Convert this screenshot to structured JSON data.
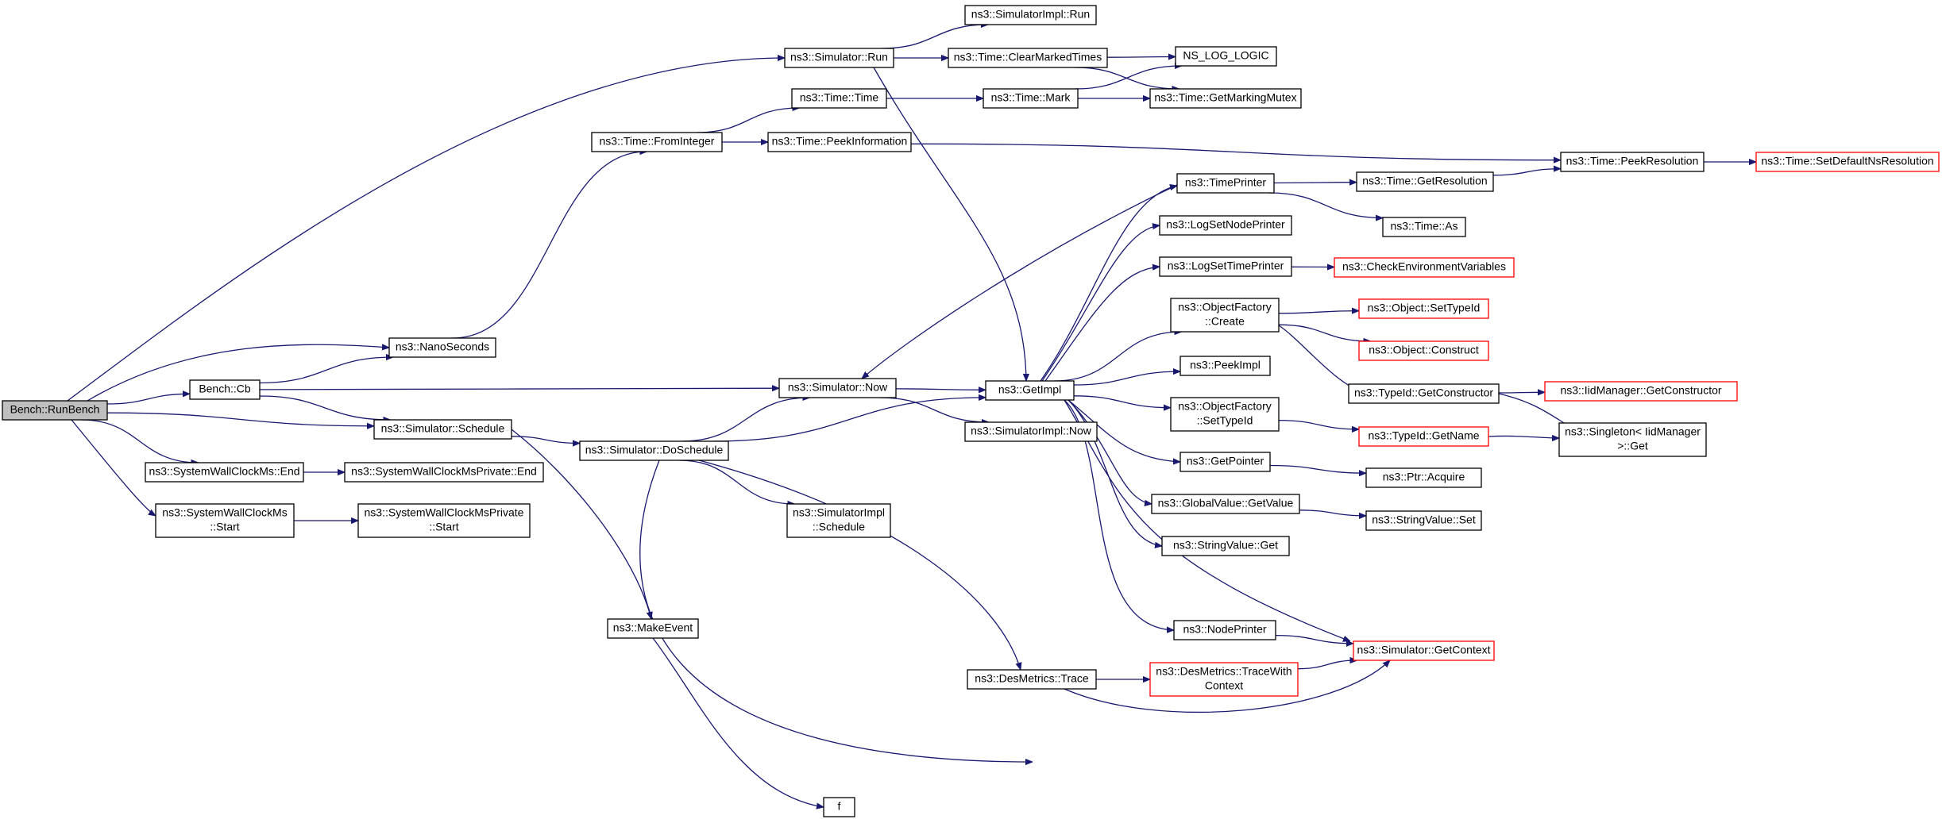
{
  "nodes": [
    {
      "id": "bench_runbench",
      "lines": [
        "Bench::RunBench"
      ],
      "kind": "root"
    },
    {
      "id": "bench_cb",
      "lines": [
        "Bench::Cb"
      ],
      "kind": "normal"
    },
    {
      "id": "nanoseconds",
      "lines": [
        "ns3::NanoSeconds"
      ],
      "kind": "normal"
    },
    {
      "id": "sim_schedule",
      "lines": [
        "ns3::Simulator::Schedule"
      ],
      "kind": "normal"
    },
    {
      "id": "swc_end",
      "lines": [
        "ns3::SystemWallClockMs::End"
      ],
      "kind": "normal"
    },
    {
      "id": "swc_start",
      "lines": [
        "ns3::SystemWallClockMs",
        "::Start"
      ],
      "kind": "normal"
    },
    {
      "id": "swcp_end",
      "lines": [
        "ns3::SystemWallClockMsPrivate::End"
      ],
      "kind": "normal"
    },
    {
      "id": "swcp_start",
      "lines": [
        "ns3::SystemWallClockMsPrivate",
        "::Start"
      ],
      "kind": "normal"
    },
    {
      "id": "time_fromint",
      "lines": [
        "ns3::Time::FromInteger"
      ],
      "kind": "normal"
    },
    {
      "id": "sim_run",
      "lines": [
        "ns3::Simulator::Run"
      ],
      "kind": "normal"
    },
    {
      "id": "time_time",
      "lines": [
        "ns3::Time::Time"
      ],
      "kind": "normal"
    },
    {
      "id": "time_peekinfo",
      "lines": [
        "ns3::Time::PeekInformation"
      ],
      "kind": "normal"
    },
    {
      "id": "sim_now",
      "lines": [
        "ns3::Simulator::Now"
      ],
      "kind": "normal"
    },
    {
      "id": "sim_dosched",
      "lines": [
        "ns3::Simulator::DoSchedule"
      ],
      "kind": "normal"
    },
    {
      "id": "makeevent",
      "lines": [
        "ns3::MakeEvent"
      ],
      "kind": "normal"
    },
    {
      "id": "f",
      "lines": [
        "f"
      ],
      "kind": "normal"
    },
    {
      "id": "simimpl_run",
      "lines": [
        "ns3::SimulatorImpl::Run"
      ],
      "kind": "normal"
    },
    {
      "id": "time_clearmarked",
      "lines": [
        "ns3::Time::ClearMarkedTimes"
      ],
      "kind": "normal"
    },
    {
      "id": "time_mark",
      "lines": [
        "ns3::Time::Mark"
      ],
      "kind": "normal"
    },
    {
      "id": "getimpl",
      "lines": [
        "ns3::GetImpl"
      ],
      "kind": "normal"
    },
    {
      "id": "simimpl_now",
      "lines": [
        "ns3::SimulatorImpl::Now"
      ],
      "kind": "normal"
    },
    {
      "id": "simimpl_schedule",
      "lines": [
        "ns3::SimulatorImpl",
        "::Schedule"
      ],
      "kind": "normal"
    },
    {
      "id": "desmetrics_trace",
      "lines": [
        "ns3::DesMetrics::Trace"
      ],
      "kind": "normal"
    },
    {
      "id": "ns_log_logic",
      "lines": [
        "NS_LOG_LOGIC"
      ],
      "kind": "normal"
    },
    {
      "id": "time_getmarkingmutex",
      "lines": [
        "ns3::Time::GetMarkingMutex"
      ],
      "kind": "normal"
    },
    {
      "id": "timeprinter",
      "lines": [
        "ns3::TimePrinter"
      ],
      "kind": "normal"
    },
    {
      "id": "logsetnodeprinter",
      "lines": [
        "ns3::LogSetNodePrinter"
      ],
      "kind": "normal"
    },
    {
      "id": "logsettimeprinter",
      "lines": [
        "ns3::LogSetTimePrinter"
      ],
      "kind": "normal"
    },
    {
      "id": "objfactory_create",
      "lines": [
        "ns3::ObjectFactory",
        "::Create"
      ],
      "kind": "normal"
    },
    {
      "id": "peekimpl",
      "lines": [
        "ns3::PeekImpl"
      ],
      "kind": "normal"
    },
    {
      "id": "objfactory_settypeid",
      "lines": [
        "ns3::ObjectFactory",
        "::SetTypeId"
      ],
      "kind": "normal"
    },
    {
      "id": "getpointer",
      "lines": [
        "ns3::GetPointer"
      ],
      "kind": "normal"
    },
    {
      "id": "globalvalue_getvalue",
      "lines": [
        "ns3::GlobalValue::GetValue"
      ],
      "kind": "normal"
    },
    {
      "id": "stringvalue_get",
      "lines": [
        "ns3::StringValue::Get"
      ],
      "kind": "normal"
    },
    {
      "id": "nodeprinter",
      "lines": [
        "ns3::NodePrinter"
      ],
      "kind": "normal"
    },
    {
      "id": "desmetrics_tracewith",
      "lines": [
        "ns3::DesMetrics::TraceWith",
        "Context"
      ],
      "kind": "red"
    },
    {
      "id": "time_getresolution",
      "lines": [
        "ns3::Time::GetResolution"
      ],
      "kind": "normal"
    },
    {
      "id": "time_as",
      "lines": [
        "ns3::Time::As"
      ],
      "kind": "normal"
    },
    {
      "id": "checkenv",
      "lines": [
        "ns3::CheckEnvironmentVariables"
      ],
      "kind": "red"
    },
    {
      "id": "object_settypeid",
      "lines": [
        "ns3::Object::SetTypeId"
      ],
      "kind": "red"
    },
    {
      "id": "object_construct",
      "lines": [
        "ns3::Object::Construct"
      ],
      "kind": "red"
    },
    {
      "id": "typeid_getconstructor",
      "lines": [
        "ns3::TypeId::GetConstructor"
      ],
      "kind": "normal"
    },
    {
      "id": "typeid_getname",
      "lines": [
        "ns3::TypeId::GetName"
      ],
      "kind": "red"
    },
    {
      "id": "ptr_acquire",
      "lines": [
        "ns3::Ptr::Acquire"
      ],
      "kind": "normal"
    },
    {
      "id": "stringvalue_set",
      "lines": [
        "ns3::StringValue::Set"
      ],
      "kind": "normal"
    },
    {
      "id": "sim_getcontext",
      "lines": [
        "ns3::Simulator::GetContext"
      ],
      "kind": "red"
    },
    {
      "id": "time_peekres",
      "lines": [
        "ns3::Time::PeekResolution"
      ],
      "kind": "normal"
    },
    {
      "id": "time_setdefaultnsres",
      "lines": [
        "ns3::Time::SetDefaultNsResolution"
      ],
      "kind": "red"
    },
    {
      "id": "iidmanager_getconstructor",
      "lines": [
        "ns3::IidManager::GetConstructor"
      ],
      "kind": "red"
    },
    {
      "id": "singleton_get",
      "lines": [
        "ns3::Singleton< IidManager",
        " >::Get"
      ],
      "kind": "normal"
    }
  ],
  "edges": [
    [
      "bench_runbench",
      "sim_run"
    ],
    [
      "bench_runbench",
      "nanoseconds"
    ],
    [
      "bench_runbench",
      "bench_cb"
    ],
    [
      "bench_runbench",
      "sim_schedule"
    ],
    [
      "bench_runbench",
      "swc_end"
    ],
    [
      "bench_runbench",
      "swc_start"
    ],
    [
      "bench_cb",
      "nanoseconds"
    ],
    [
      "bench_cb",
      "sim_schedule"
    ],
    [
      "bench_cb",
      "sim_now"
    ],
    [
      "nanoseconds",
      "time_fromint"
    ],
    [
      "sim_schedule",
      "sim_dosched"
    ],
    [
      "sim_schedule",
      "makeevent"
    ],
    [
      "swc_end",
      "swcp_end"
    ],
    [
      "swc_start",
      "swcp_start"
    ],
    [
      "time_fromint",
      "time_time"
    ],
    [
      "time_fromint",
      "time_peekinfo"
    ],
    [
      "sim_run",
      "simimpl_run"
    ],
    [
      "sim_run",
      "time_clearmarked"
    ],
    [
      "sim_run",
      "getimpl"
    ],
    [
      "time_time",
      "time_mark"
    ],
    [
      "time_peekinfo",
      "time_peekres"
    ],
    [
      "sim_now",
      "getimpl"
    ],
    [
      "sim_now",
      "simimpl_now"
    ],
    [
      "sim_dosched",
      "sim_now"
    ],
    [
      "sim_dosched",
      "getimpl"
    ],
    [
      "sim_dosched",
      "simimpl_schedule"
    ],
    [
      "sim_dosched",
      "desmetrics_trace"
    ],
    [
      "sim_dosched",
      "singleton_get"
    ],
    [
      "makeevent",
      "f"
    ],
    [
      "time_clearmarked",
      "ns_log_logic"
    ],
    [
      "time_clearmarked",
      "time_getmarkingmutex"
    ],
    [
      "time_mark",
      "ns_log_logic"
    ],
    [
      "time_mark",
      "time_getmarkingmutex"
    ],
    [
      "getimpl",
      "timeprinter"
    ],
    [
      "getimpl",
      "logsetnodeprinter"
    ],
    [
      "getimpl",
      "logsettimeprinter"
    ],
    [
      "getimpl",
      "objfactory_create"
    ],
    [
      "getimpl",
      "peekimpl"
    ],
    [
      "getimpl",
      "objfactory_settypeid"
    ],
    [
      "getimpl",
      "getpointer"
    ],
    [
      "getimpl",
      "globalvalue_getvalue"
    ],
    [
      "getimpl",
      "stringvalue_get"
    ],
    [
      "getimpl",
      "nodeprinter"
    ],
    [
      "getimpl",
      "sim_getcontext"
    ],
    [
      "timeprinter",
      "sim_now"
    ],
    [
      "timeprinter",
      "time_getresolution"
    ],
    [
      "timeprinter",
      "time_as"
    ],
    [
      "logsettimeprinter",
      "checkenv"
    ],
    [
      "objfactory_create",
      "object_settypeid"
    ],
    [
      "objfactory_create",
      "object_construct"
    ],
    [
      "objfactory_create",
      "typeid_getconstructor"
    ],
    [
      "objfactory_settypeid",
      "typeid_getname"
    ],
    [
      "getpointer",
      "ptr_acquire"
    ],
    [
      "globalvalue_getvalue",
      "stringvalue_set"
    ],
    [
      "nodeprinter",
      "sim_getcontext"
    ],
    [
      "desmetrics_trace",
      "desmetrics_tracewith"
    ],
    [
      "desmetrics_trace",
      "sim_getcontext"
    ],
    [
      "desmetrics_tracewith",
      "sim_getcontext"
    ],
    [
      "time_getresolution",
      "time_peekres"
    ],
    [
      "time_peekres",
      "time_setdefaultnsres"
    ],
    [
      "typeid_getconstructor",
      "iidmanager_getconstructor"
    ],
    [
      "typeid_getconstructor",
      "singleton_get"
    ],
    [
      "typeid_getname",
      "singleton_get"
    ]
  ],
  "colors": {
    "edge": "#191970",
    "border": "#000000",
    "missing_border": "#ff0000",
    "root_fill": "#bfbfbf",
    "fill": "#ffffff"
  }
}
